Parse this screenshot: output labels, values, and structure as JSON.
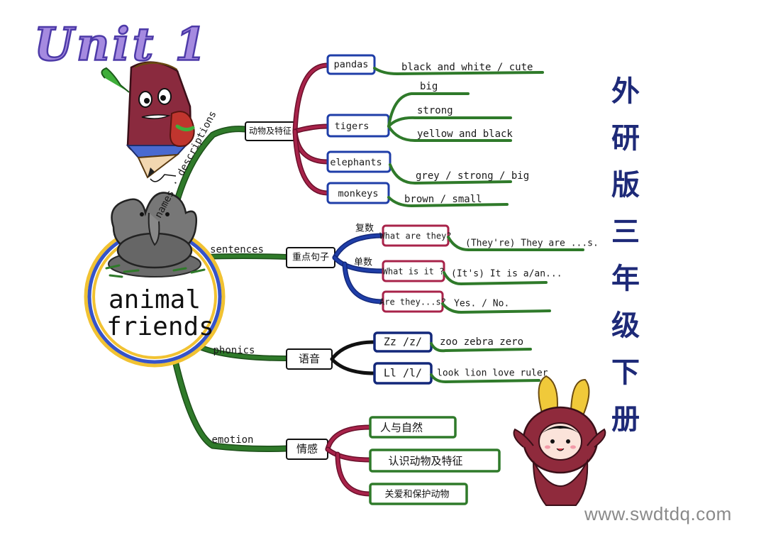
{
  "title": {
    "unit": "Unit 1",
    "vertical": [
      "外",
      "研",
      "版",
      "三",
      "年",
      "级",
      "下",
      "册"
    ]
  },
  "center": {
    "line1": "animal",
    "line2": "friends"
  },
  "branches": {
    "names": {
      "label": "names · descriptions",
      "hub": "动物及特征",
      "items": [
        {
          "name": "pandas",
          "leaves": [
            "black and white / cute"
          ]
        },
        {
          "name": "tigers",
          "leaves": [
            "big",
            "strong",
            "yellow and black"
          ]
        },
        {
          "name": "elephants",
          "leaves": [
            "grey / strong / big"
          ]
        },
        {
          "name": "monkeys",
          "leaves": [
            "brown / small"
          ]
        }
      ]
    },
    "sentences": {
      "label": "sentences",
      "hub": "重点句子",
      "plural_label": "复数",
      "singular_label": "单数",
      "items": [
        {
          "q": "What are they?",
          "a": "(They're) They are ...s."
        },
        {
          "q": "What is it ?",
          "a": "(It's) It is a/an..."
        },
        {
          "q": "Are they...s?",
          "a": "Yes. / No."
        }
      ]
    },
    "phonics": {
      "label": "phonics",
      "hub": "语音",
      "items": [
        {
          "letter": "Zz /z/",
          "words": "zoo  zebra  zero"
        },
        {
          "letter": "Ll /l/",
          "words": "look  lion  love  ruler"
        }
      ]
    },
    "emotion": {
      "label": "emotion",
      "hub": "情感",
      "items": [
        "人与自然",
        "认识动物及特征",
        "关爱和保护动物"
      ]
    }
  },
  "watermark": "www.swdtdq.com",
  "colors": {
    "green": "#2f7a2a",
    "crimson": "#a8234a",
    "blue": "#1f3ea8",
    "title_purple": "#a58ae0",
    "ring_blue": "#3553c9",
    "ring_yellow": "#f1c232"
  }
}
